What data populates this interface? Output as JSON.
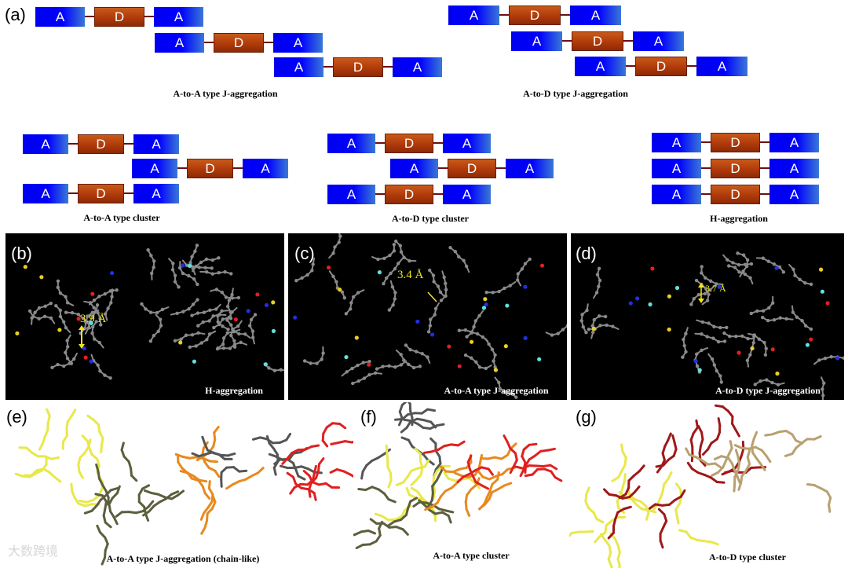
{
  "panels": {
    "a": {
      "label": "(a)"
    },
    "b": {
      "label": "(b)",
      "caption": "H-aggregation",
      "distance": "3.9 Å"
    },
    "c": {
      "label": "(c)",
      "caption": "A-to-A type J-aggregation",
      "distance": "3.4 Å"
    },
    "d": {
      "label": "(d)",
      "caption": "A-to-D type J-aggregation",
      "distance": "3.7 Å"
    },
    "e": {
      "label": "(e)",
      "caption": "A-to-A type J-aggregation (chain-like)"
    },
    "f": {
      "label": "(f)",
      "caption": "A-to-A type cluster"
    },
    "g": {
      "label": "(g)",
      "caption": "A-to-D type cluster"
    }
  },
  "schematic_captions": {
    "aa_j": "A-to-A type J-aggregation",
    "ad_j": "A-to-D type J-aggregation",
    "aa_cluster": "A-to-A type cluster",
    "ad_cluster": "A-to-D type cluster",
    "h": "H-aggregation"
  },
  "unit_labels": {
    "acceptor": "A",
    "donor": "D"
  },
  "colors": {
    "acceptor": "#0000ff",
    "donor": "#b03a0a",
    "linker": "#6b1010",
    "distance_label": "#f2e51f",
    "molecule_yellow": "#e8e84a",
    "molecule_olive": "#5c5e3e",
    "molecule_orange": "#e8891e",
    "molecule_red": "#e02020",
    "molecule_gray": "#555555",
    "molecule_darkred": "#a01818",
    "molecule_tan": "#b8a070"
  },
  "watermark": "大数跨境"
}
